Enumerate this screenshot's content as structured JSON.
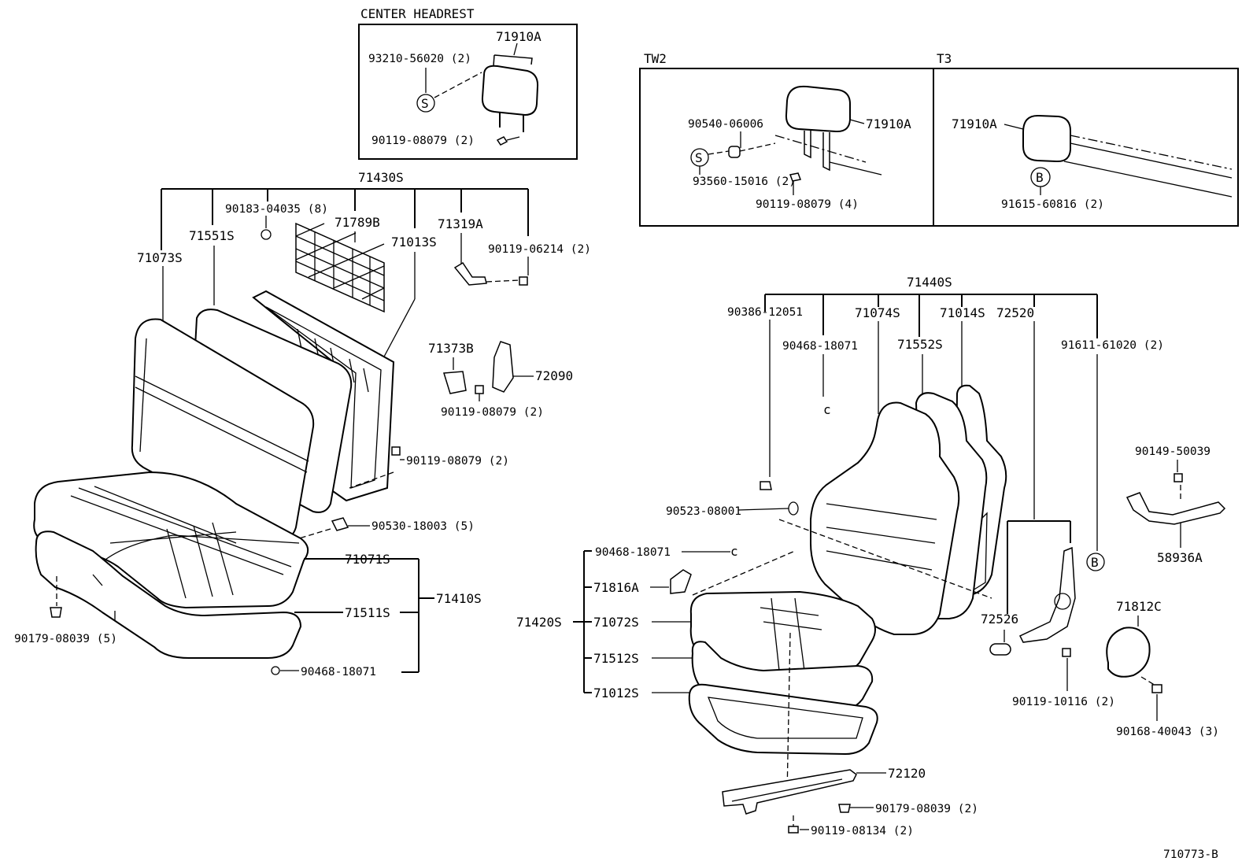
{
  "diagram_id": "710773-B",
  "headrest_box": {
    "title": "CENTER HEADREST",
    "labels": {
      "headrest": "71910A",
      "pin": "93210-56020 (2)",
      "screw": "90119-08079 (2)",
      "symbol": "S"
    }
  },
  "tw2_box": {
    "title": "TW2",
    "labels": {
      "headrest": "71910A",
      "cap": "90540-06006",
      "pin": "93560-15016 (2)",
      "screw": "90119-08079 (4)",
      "symbol": "S"
    }
  },
  "t3_box": {
    "title": "T3",
    "labels": {
      "headrest": "71910A",
      "bolt": "91615-60816 (2)",
      "symbol": "B"
    }
  },
  "bench_seat": {
    "assembly_back": "71430S",
    "back_cover": "71073S",
    "back_pad": "71551S",
    "clip": "90183-04035 (8)",
    "net": "71789B",
    "back_frame": "71013S",
    "bracket": "71319A",
    "bracket_screw": "90119-06214 (2)",
    "hinge_cover": "71373B",
    "lock": "72090",
    "lock_screw": "90119-08079 (2)",
    "frame_screw": "90119-08079 (2)",
    "nut": "90530-18003 (5)",
    "cushion_cover": "71071S",
    "cushion_pad": "71511S",
    "cushion_assembly": "71410S",
    "bottom_nut": "90179-08039 (5)",
    "hog_ring": "90468-18071"
  },
  "front_seat": {
    "back_assembly": "71440S",
    "back_cover": "71074S",
    "back_frame": "71014S",
    "recliner": "72520",
    "bushing": "90386-12051",
    "hog_ring_back": "90468-18071",
    "back_pad": "71552S",
    "bolt": "91611-61020 (2)",
    "screw_top": "90149-50039",
    "lever": "58936A",
    "washer": "90523-08001",
    "hog_ring_cushion": "90468-18071",
    "shield": "71816A",
    "cushion_assembly": "71420S",
    "cushion_cover": "71072S",
    "cushion_pad": "71512S",
    "cushion_frame": "71012S",
    "knob": "72526",
    "cover": "71812C",
    "recliner_screw": "90119-10116 (2)",
    "cover_screw": "90168-40043 (3)",
    "adjuster": "72120",
    "adjuster_nut": "90179-08039 (2)",
    "adjuster_bolt": "90119-08134 (2)",
    "symbol": "B"
  }
}
